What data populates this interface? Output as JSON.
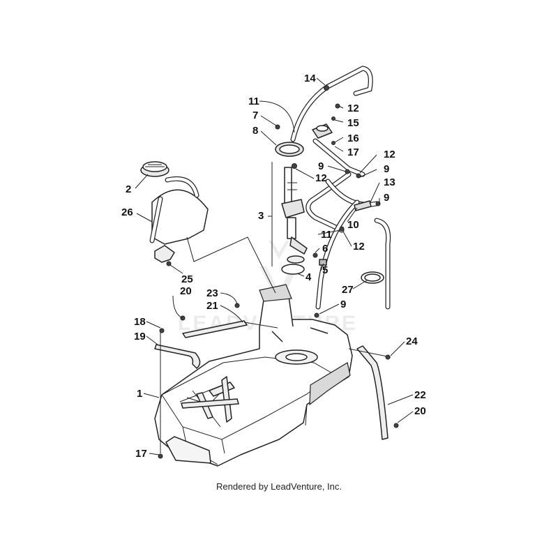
{
  "diagram": {
    "watermark": "LEADVENTURE",
    "credit": "Rendered by LeadVenture, Inc.",
    "callouts": [
      {
        "id": "c14",
        "label": "14"
      },
      {
        "id": "c11a",
        "label": "11"
      },
      {
        "id": "c12a",
        "label": "12"
      },
      {
        "id": "c7",
        "label": "7"
      },
      {
        "id": "c15",
        "label": "15"
      },
      {
        "id": "c8",
        "label": "8"
      },
      {
        "id": "c16",
        "label": "16"
      },
      {
        "id": "c17a",
        "label": "17"
      },
      {
        "id": "c12b",
        "label": "12"
      },
      {
        "id": "c9a",
        "label": "9"
      },
      {
        "id": "c9b",
        "label": "9"
      },
      {
        "id": "c12c",
        "label": "12"
      },
      {
        "id": "c2",
        "label": "2"
      },
      {
        "id": "c13",
        "label": "13"
      },
      {
        "id": "c9c",
        "label": "9"
      },
      {
        "id": "c26",
        "label": "26"
      },
      {
        "id": "c3",
        "label": "3"
      },
      {
        "id": "c10",
        "label": "10"
      },
      {
        "id": "c11b",
        "label": "11"
      },
      {
        "id": "c12d",
        "label": "12"
      },
      {
        "id": "c6",
        "label": "6"
      },
      {
        "id": "c5",
        "label": "5"
      },
      {
        "id": "c25",
        "label": "25"
      },
      {
        "id": "c4",
        "label": "4"
      },
      {
        "id": "c20a",
        "label": "20"
      },
      {
        "id": "c27",
        "label": "27"
      },
      {
        "id": "c23",
        "label": "23"
      },
      {
        "id": "c21",
        "label": "21"
      },
      {
        "id": "c9d",
        "label": "9"
      },
      {
        "id": "c18",
        "label": "18"
      },
      {
        "id": "c19",
        "label": "19"
      },
      {
        "id": "c24",
        "label": "24"
      },
      {
        "id": "c1",
        "label": "1"
      },
      {
        "id": "c22",
        "label": "22"
      },
      {
        "id": "c20b",
        "label": "20"
      },
      {
        "id": "c17b",
        "label": "17"
      }
    ]
  }
}
